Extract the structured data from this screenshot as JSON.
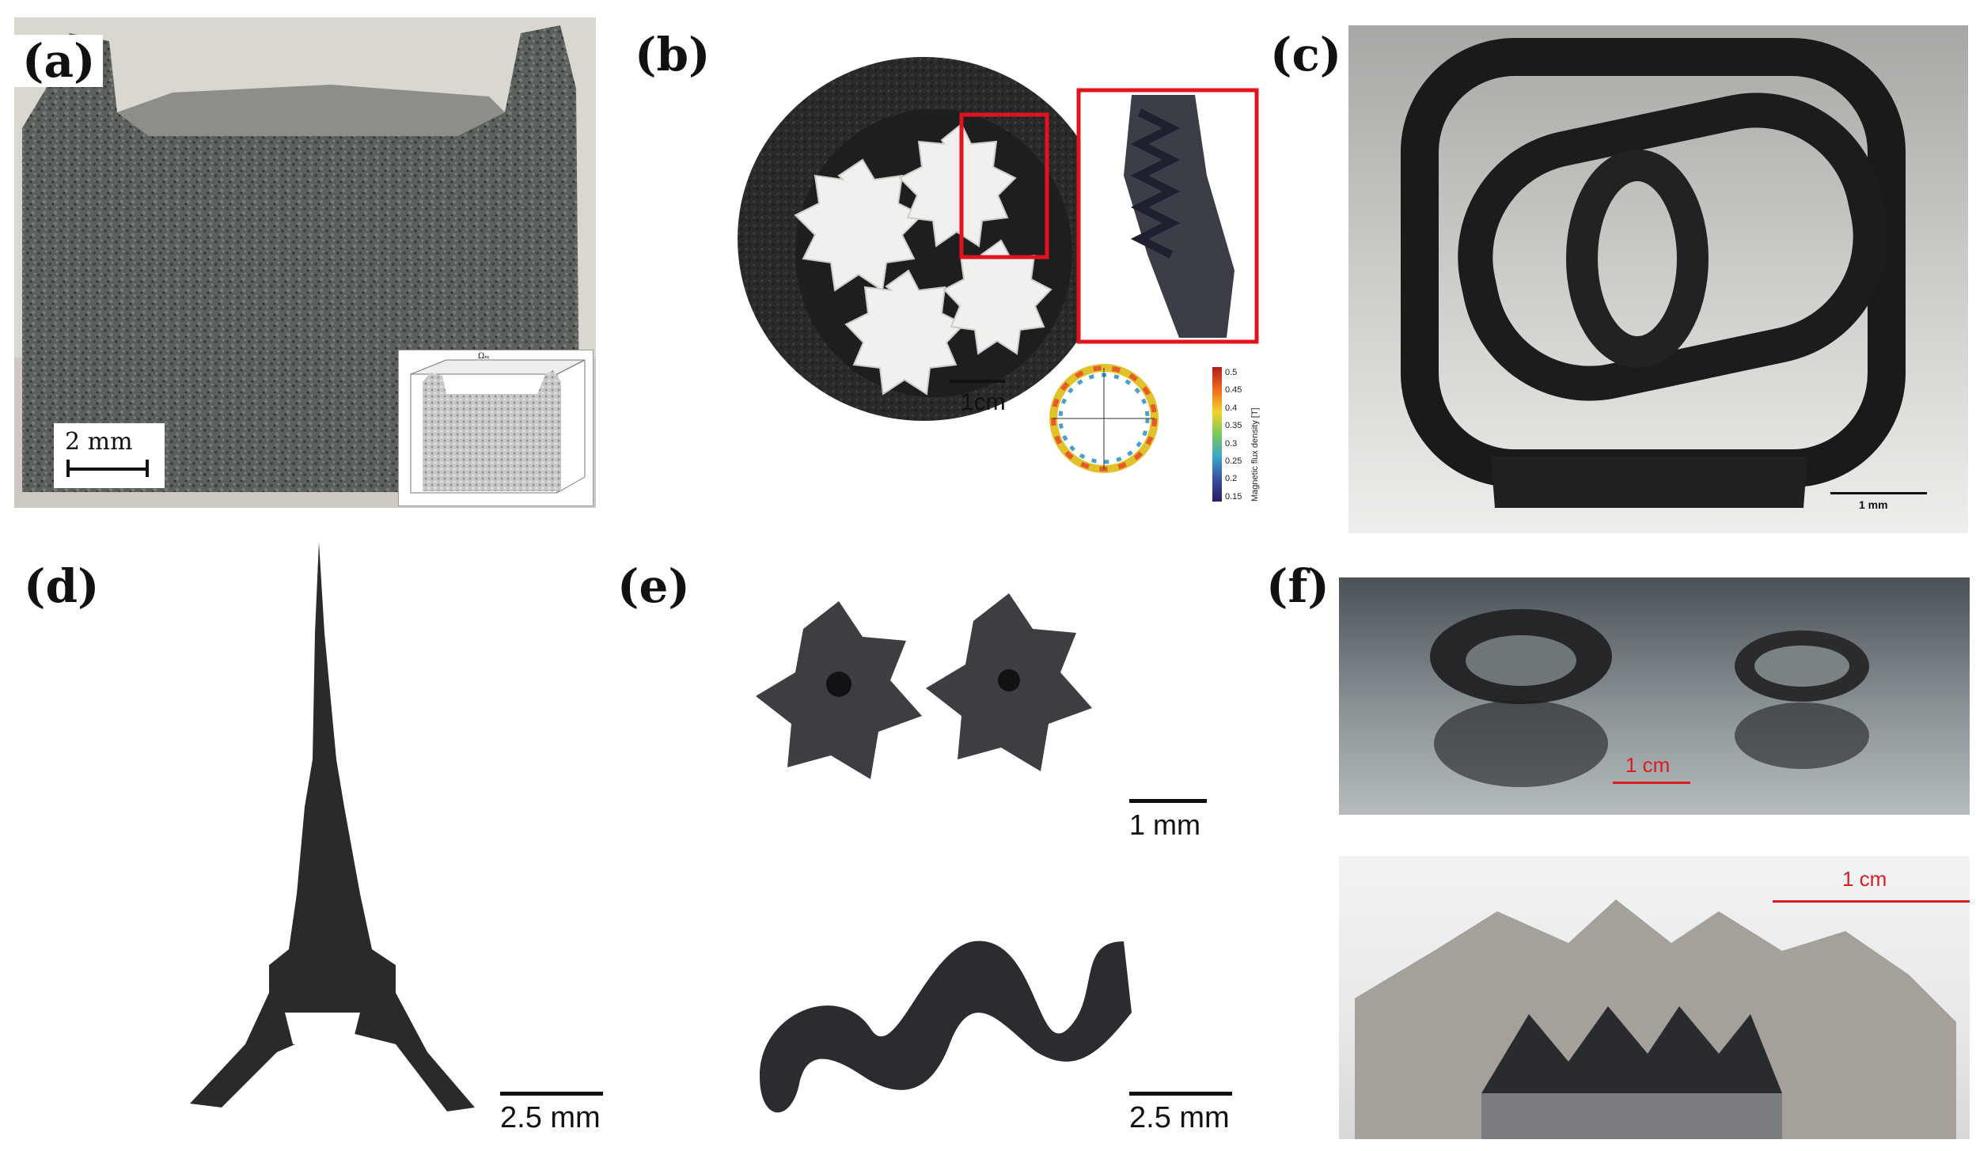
{
  "panels": {
    "a": {
      "label": "(a)",
      "scale": "2 mm",
      "inset_symbol": "Ωₘ"
    },
    "b": {
      "label": "(b)",
      "scale": "1cm",
      "colorbar": {
        "title": "Magnetic flux density [T]",
        "ticks": [
          "0.5",
          "0.45",
          "0.4",
          "0.35",
          "0.3",
          "0.25",
          "0.2",
          "0.15"
        ]
      }
    },
    "c": {
      "label": "(c)",
      "scale": "1 mm"
    },
    "d": {
      "label": "(d)",
      "scale": "2.5 mm"
    },
    "e": {
      "label": "(e)",
      "scale_top": "1 mm",
      "scale_bottom": "2.5 mm"
    },
    "f": {
      "label": "(f)",
      "scale_top": "1 cm",
      "scale_bottom": "1 cm"
    }
  },
  "colors": {
    "highlight_box": "#e0141e",
    "scale_red": "#d81e1e"
  }
}
